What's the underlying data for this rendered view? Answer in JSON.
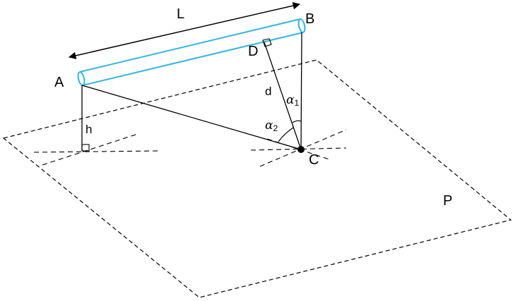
{
  "labels": {
    "L": "L",
    "A": "A",
    "B": "B",
    "C": "C",
    "D": "D",
    "P": "P",
    "h": "h",
    "d": "d",
    "alpha1": "α",
    "alpha1_sub": "1",
    "alpha2": "α",
    "alpha2_sub": "2"
  },
  "colors": {
    "lamp_tube": "#33b5e5",
    "lines": "#000000"
  }
}
